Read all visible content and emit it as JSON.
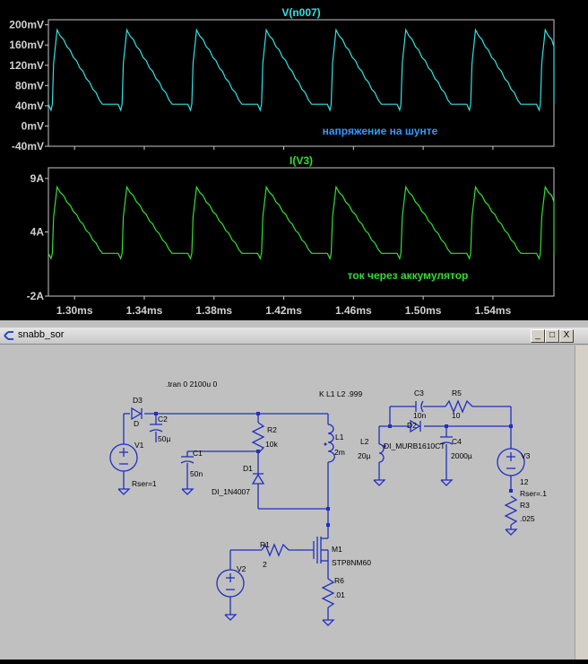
{
  "waveform": {
    "panel1": {
      "trace_name": "V(n007)",
      "y_ticks": [
        "200mV",
        "160mV",
        "120mV",
        "80mV",
        "40mV",
        "0mV",
        "-40mV"
      ],
      "annotation": "напряжение на шунте"
    },
    "panel2": {
      "trace_name": "I(V3)",
      "y_ticks": [
        "9A",
        "4A",
        "-2A"
      ],
      "annotation": "ток через аккумулятор"
    },
    "x_ticks": [
      "1.30ms",
      "1.34ms",
      "1.38ms",
      "1.42ms",
      "1.46ms",
      "1.50ms",
      "1.54ms"
    ],
    "colors": {
      "v_trace": "#33e0e0",
      "i_trace": "#33dd33",
      "annotation_v": "#3399ff",
      "annotation_i": "#33dd33",
      "grid": "#bbbbbb"
    }
  },
  "chart_data": [
    {
      "type": "line",
      "title": "V(n007)",
      "xlabel": "",
      "ylabel": "",
      "xlim": [
        1.285,
        1.575
      ],
      "ylim": [
        -40,
        210
      ],
      "x_unit": "ms",
      "y_unit": "mV",
      "pulse_starts_ms": [
        1.288,
        1.328,
        1.368,
        1.408,
        1.448,
        1.488,
        1.528,
        1.568
      ],
      "baseline": 43,
      "peak": 190,
      "period_ms": 0.04,
      "annotation": "напряжение на шунте"
    },
    {
      "type": "line",
      "title": "I(V3)",
      "xlabel": "",
      "ylabel": "",
      "xlim": [
        1.285,
        1.575
      ],
      "ylim": [
        -2,
        10
      ],
      "x_unit": "ms",
      "y_unit": "A",
      "pulse_starts_ms": [
        1.288,
        1.328,
        1.368,
        1.408,
        1.448,
        1.488,
        1.528,
        1.568
      ],
      "baseline": 2,
      "peak": 8.2,
      "period_ms": 0.04,
      "annotation": "ток через аккумулятор"
    }
  ],
  "schematic_window": {
    "title": "snabb_sor",
    "buttons": {
      "minimize": "_",
      "maximize": "□",
      "close": "X"
    },
    "directive_tran": ".tran 0 2100u 0",
    "directive_k": "K L1 L2  .999",
    "components": {
      "D3": "D3",
      "D3_val": "D",
      "V1": "V1",
      "V1_rser": "Rser=1",
      "C2": "C2",
      "C2_val": "50µ",
      "C1": "C1",
      "C1_val": "50n",
      "R2": "R2",
      "R2_val": "10k",
      "D1": "D1",
      "D1_val": "DI_1N4007",
      "L1": "L1",
      "L1_val": "2m",
      "R1": "R1",
      "R1_val": "2",
      "V2": "V2",
      "M1": "M1",
      "M1_val": "STP8NM60",
      "R6": "R6",
      "R6_val": ".01",
      "C3": "C3",
      "C3_val": "10n",
      "R5": "R5",
      "R5_val": "10",
      "L2": "L2",
      "L2_val": "20µ",
      "D2": "D2",
      "D2_val": "DI_MURB1610CT",
      "C4": "C4",
      "C4_val": "2000µ",
      "V3": "V3",
      "V3_val": "12",
      "V3_rser": "Rser=.1",
      "R3": "R3",
      "R3_val": ".025"
    }
  }
}
